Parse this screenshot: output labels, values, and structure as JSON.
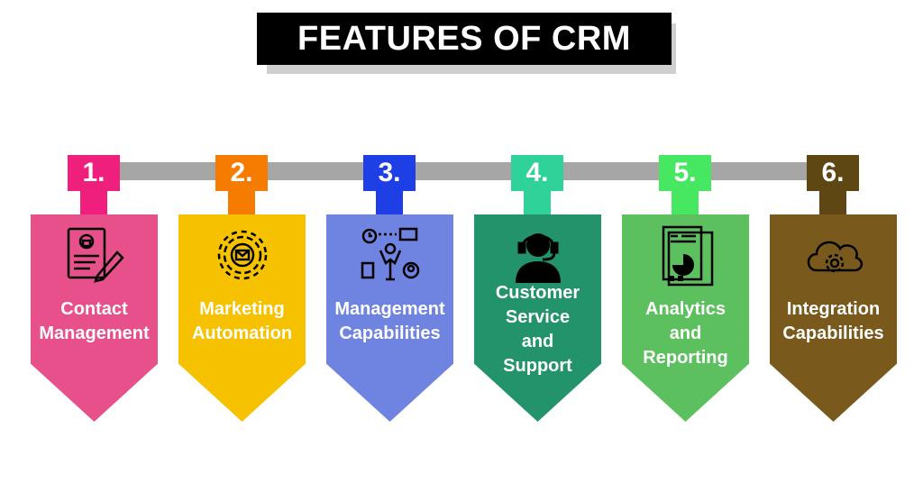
{
  "title": "FEATURES OF CRM",
  "features": [
    {
      "number": "1.",
      "line1": "Contact",
      "line2": "Management",
      "icon": "contact-document-icon",
      "color": "#e7508a",
      "tab_color": "#ef1f7d"
    },
    {
      "number": "2.",
      "line1": "Marketing",
      "line2": "Automation",
      "icon": "gear-mail-icon",
      "color": "#f6c200",
      "tab_color": "#f57c00"
    },
    {
      "number": "3.",
      "line1": "Management",
      "line2": "Capabilities",
      "icon": "management-icon",
      "color": "#6f83e0",
      "tab_color": "#1f3fe6"
    },
    {
      "number": "4.",
      "line1": "Customer",
      "line2": "Service",
      "line3": "and",
      "line4": "Support",
      "icon": "headset-icon",
      "color": "#23936b",
      "tab_color": "#2fd39a"
    },
    {
      "number": "5.",
      "line1": "Analytics",
      "line2": "and",
      "line3": "Reporting",
      "icon": "analytics-report-icon",
      "color": "#5cc05e",
      "tab_color": "#46e861"
    },
    {
      "number": "6.",
      "line1": "Integration",
      "line2": "Capabilities",
      "icon": "cloud-gear-icon",
      "color": "#7a5a1c",
      "tab_color": "#5e4713"
    }
  ]
}
